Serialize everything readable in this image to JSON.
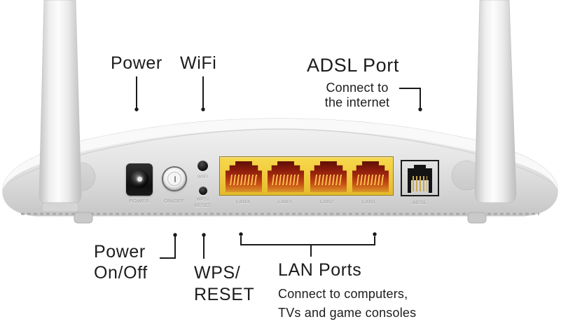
{
  "figure": {
    "top_labels": {
      "power": "Power",
      "wifi": "WiFi"
    },
    "adsl_callout": {
      "title": "ADSL Port",
      "line1": "Connect to",
      "line2": "the internet"
    },
    "power_switch_callout": {
      "line1": "Power",
      "line2": "On/Off"
    },
    "wps_callout": {
      "line1": "WPS/",
      "line2": "RESET"
    },
    "lan_callout": {
      "title": "LAN Ports",
      "line1": "Connect to computers,",
      "line2": "TVs and game consoles"
    }
  },
  "device": {
    "engraved_labels": {
      "power_jack": "POWER",
      "onoff": "ON/OFF",
      "wifi": "WIFI",
      "wps1": "WPS/",
      "wps2": "RESET",
      "adsl": "ADSL"
    },
    "lan_ports": [
      {
        "label": "LAN4"
      },
      {
        "label": "LAN3"
      },
      {
        "label": "LAN2"
      },
      {
        "label": "LAN1"
      }
    ],
    "colors": {
      "lan_block_yellow": "#EFC93B",
      "port_interior_red": "#9C2410",
      "adsl_pin_gold": "#C9A84C",
      "body_grey": "#DEDEDE",
      "callout_ink": "#1C1C1C"
    }
  }
}
